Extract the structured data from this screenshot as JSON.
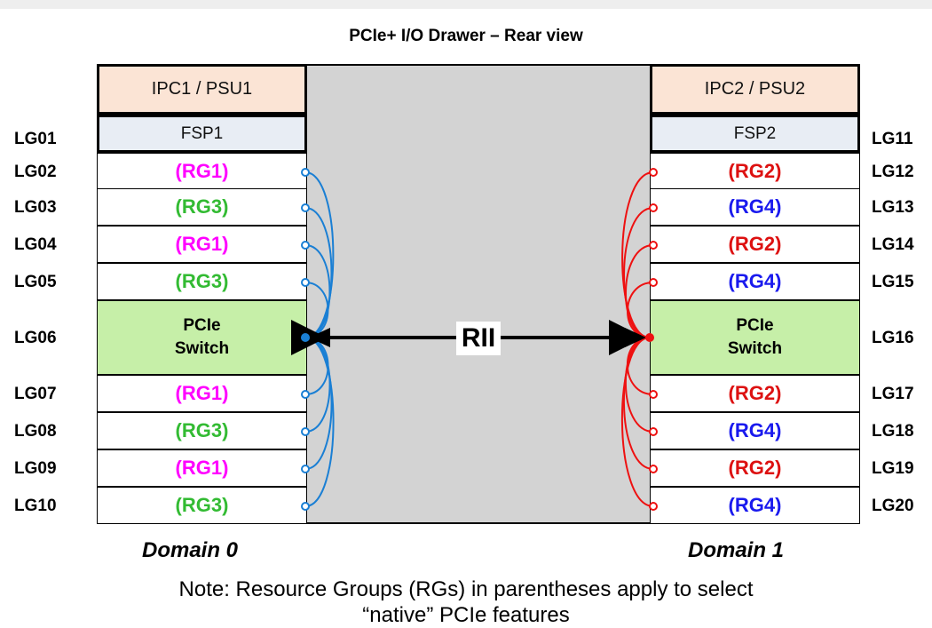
{
  "title": "PCIe+ I/O Drawer – Rear view",
  "colors": {
    "rg1": "#ff00ff",
    "rg3": "#33bb33",
    "rg2": "#dd1111",
    "rg4": "#1a1aee",
    "domain0_lines": "#1a7fd4",
    "domain1_lines": "#ee1111"
  },
  "left": {
    "ipc": "IPC1 / PSU1",
    "fsp": "FSP1",
    "fsp_lg": "LG01",
    "slots": [
      {
        "lg": "LG02",
        "label": "(RG1)",
        "color": "#ff00ff"
      },
      {
        "lg": "LG03",
        "label": "(RG3)",
        "color": "#33bb33"
      },
      {
        "lg": "LG04",
        "label": "(RG1)",
        "color": "#ff00ff"
      },
      {
        "lg": "LG05",
        "label": "(RG3)",
        "color": "#33bb33"
      },
      {
        "lg": "LG07",
        "label": "(RG1)",
        "color": "#ff00ff"
      },
      {
        "lg": "LG08",
        "label": "(RG3)",
        "color": "#33bb33"
      },
      {
        "lg": "LG09",
        "label": "(RG1)",
        "color": "#ff00ff"
      },
      {
        "lg": "LG10",
        "label": "(RG3)",
        "color": "#33bb33"
      }
    ],
    "switch_lg": "LG06",
    "switch_line1": "PCIe",
    "switch_line2": "Switch",
    "domain": "Domain 0"
  },
  "right": {
    "ipc": "IPC2 / PSU2",
    "fsp": "FSP2",
    "fsp_lg": "LG11",
    "slots": [
      {
        "lg": "LG12",
        "label": "(RG2)",
        "color": "#dd1111"
      },
      {
        "lg": "LG13",
        "label": "(RG4)",
        "color": "#1a1aee"
      },
      {
        "lg": "LG14",
        "label": "(RG2)",
        "color": "#dd1111"
      },
      {
        "lg": "LG15",
        "label": "(RG4)",
        "color": "#1a1aee"
      },
      {
        "lg": "LG17",
        "label": "(RG2)",
        "color": "#dd1111"
      },
      {
        "lg": "LG18",
        "label": "(RG4)",
        "color": "#1a1aee"
      },
      {
        "lg": "LG19",
        "label": "(RG2)",
        "color": "#dd1111"
      },
      {
        "lg": "LG20",
        "label": "(RG4)",
        "color": "#1a1aee"
      }
    ],
    "switch_lg": "LG16",
    "switch_line1": "PCIe",
    "switch_line2": "Switch",
    "domain": "Domain 1"
  },
  "rii": "RII",
  "note_line1": "Note: Resource Groups (RGs) in parentheses apply to select",
  "note_line2": "“native” PCIe features"
}
